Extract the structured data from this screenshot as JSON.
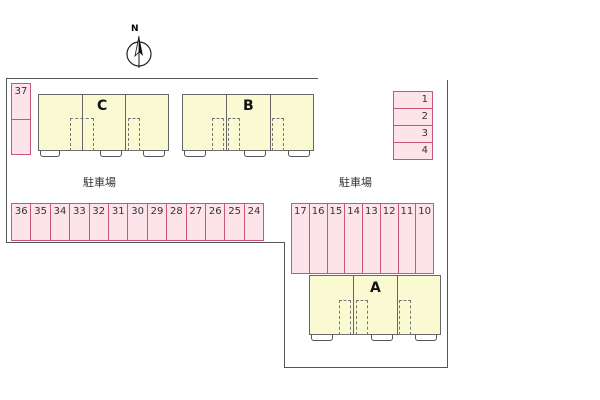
{
  "compass": {
    "label": "N"
  },
  "buildings": [
    {
      "id": "bld-c",
      "label": "C"
    },
    {
      "id": "bld-b",
      "label": "B"
    },
    {
      "id": "bld-a",
      "label": "A"
    }
  ],
  "parking_labels": [
    "駐車場",
    "駐車場"
  ],
  "spaces_row_left": [
    "36",
    "35",
    "34",
    "33",
    "32",
    "31",
    "30",
    "29",
    "28",
    "27",
    "26",
    "25",
    "24"
  ],
  "spaces_row_right": [
    "17",
    "16",
    "15",
    "14",
    "13",
    "12",
    "11",
    "10"
  ],
  "spaces_top_right": [
    "1",
    "2",
    "3",
    "4"
  ],
  "space_37": "37",
  "colors": {
    "space_fill": "#fde3ea",
    "space_border": "#c8557a",
    "building_fill": "#fafad2"
  }
}
